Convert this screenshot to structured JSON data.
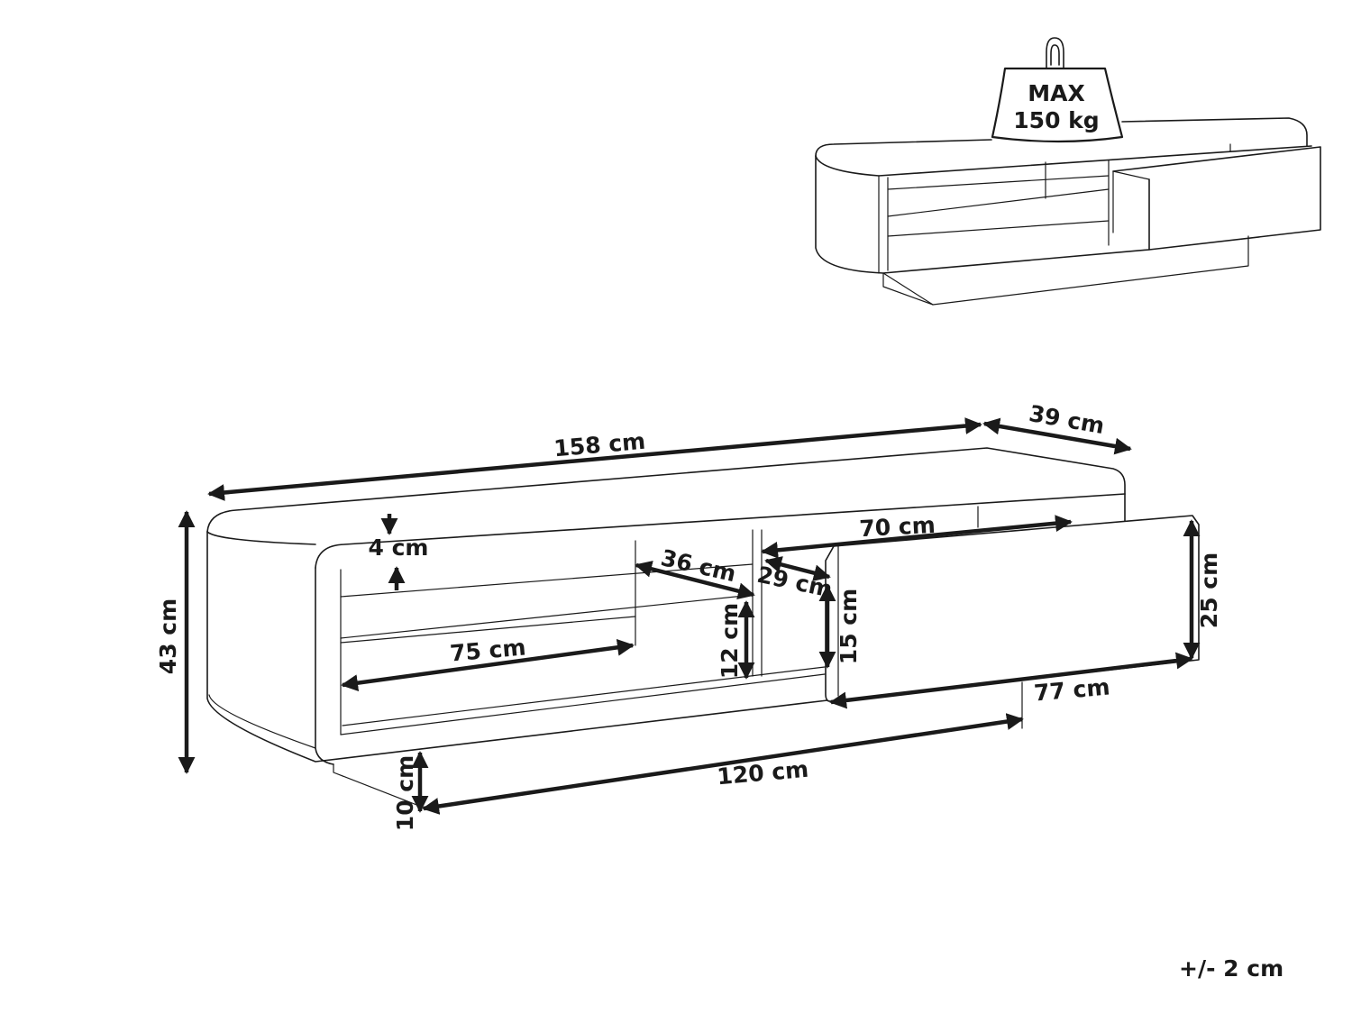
{
  "weight_badge": {
    "line1": "MAX",
    "line2": "150 kg"
  },
  "dimensions": {
    "width_total": "158 cm",
    "depth_total": "39 cm",
    "height_total": "43 cm",
    "top_thickness": "4 cm",
    "shelf_depth": "36 cm",
    "compartment_width": "70 cm",
    "drawer_depth": "29 cm",
    "drawer_inner_height": "15 cm",
    "shelf_clearance": "12 cm",
    "shelf_width": "75 cm",
    "drawer_front_height": "25 cm",
    "drawer_front_width": "77 cm",
    "base_width": "120 cm",
    "base_height": "10 cm"
  },
  "tolerance": "+/- 2 cm"
}
